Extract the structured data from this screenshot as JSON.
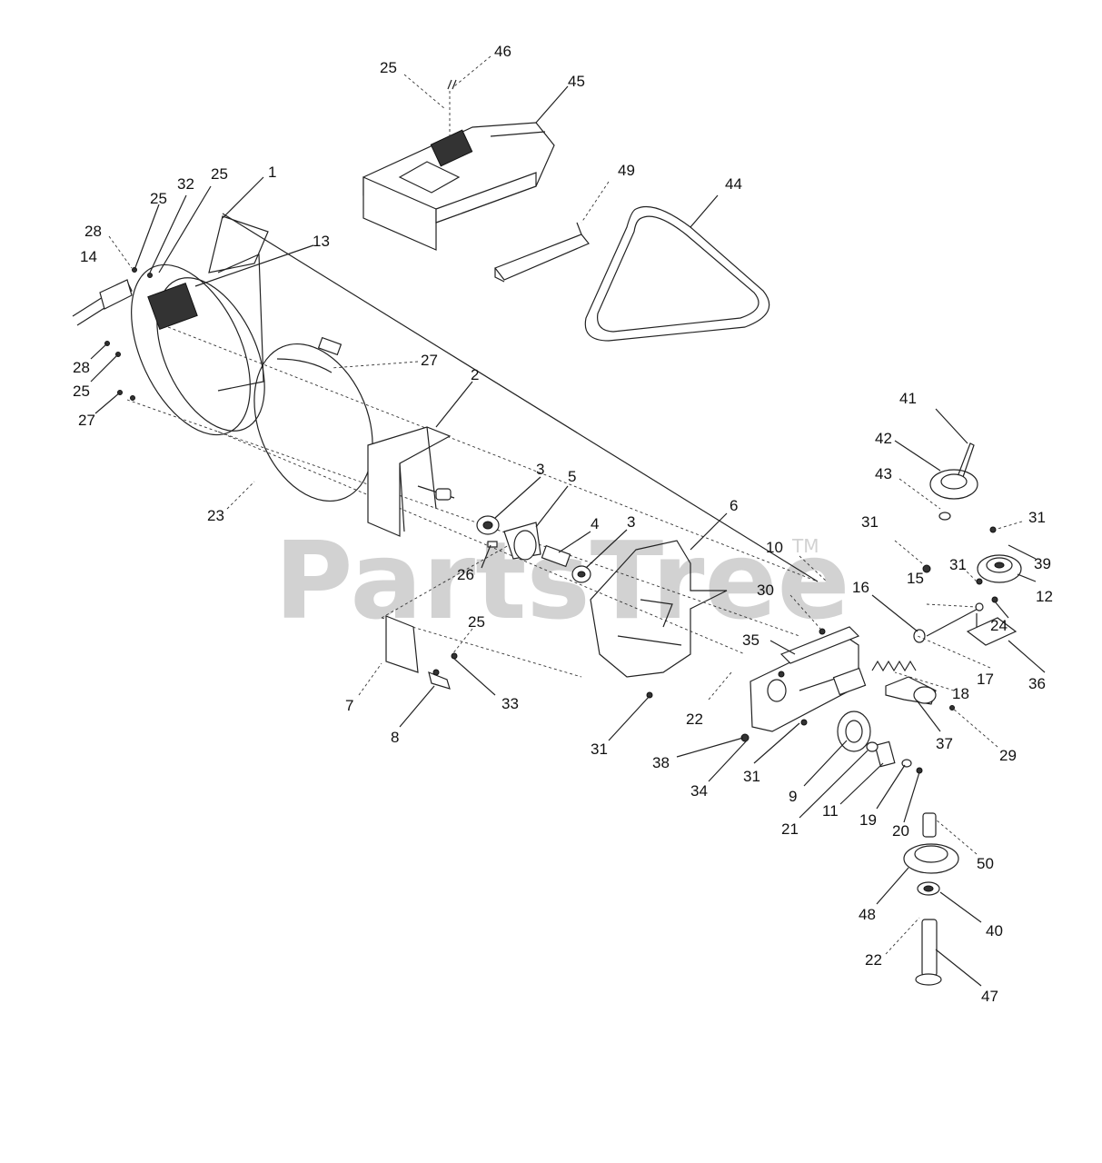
{
  "watermark": {
    "text": "PartsTree",
    "tm": "TM"
  },
  "labels": [
    {
      "id": "l46",
      "text": "46"
    },
    {
      "id": "l25a",
      "text": "25"
    },
    {
      "id": "l45",
      "text": "45"
    },
    {
      "id": "l49",
      "text": "49"
    },
    {
      "id": "l44",
      "text": "44"
    },
    {
      "id": "l1",
      "text": "1"
    },
    {
      "id": "l25b",
      "text": "25"
    },
    {
      "id": "l32",
      "text": "32"
    },
    {
      "id": "l25c",
      "text": "25"
    },
    {
      "id": "l28a",
      "text": "28"
    },
    {
      "id": "l14",
      "text": "14"
    },
    {
      "id": "l13",
      "text": "13"
    },
    {
      "id": "l28b",
      "text": "28"
    },
    {
      "id": "l25d",
      "text": "25"
    },
    {
      "id": "l27a",
      "text": "27"
    },
    {
      "id": "l27b",
      "text": "27"
    },
    {
      "id": "l2",
      "text": "2"
    },
    {
      "id": "l23",
      "text": "23"
    },
    {
      "id": "l3a",
      "text": "3"
    },
    {
      "id": "l5",
      "text": "5"
    },
    {
      "id": "l4",
      "text": "4"
    },
    {
      "id": "l3b",
      "text": "3"
    },
    {
      "id": "l26",
      "text": "26"
    },
    {
      "id": "l6",
      "text": "6"
    },
    {
      "id": "l41",
      "text": "41"
    },
    {
      "id": "l42",
      "text": "42"
    },
    {
      "id": "l43",
      "text": "43"
    },
    {
      "id": "l31a",
      "text": "31"
    },
    {
      "id": "l31b",
      "text": "31"
    },
    {
      "id": "l39",
      "text": "39"
    },
    {
      "id": "l10",
      "text": "10"
    },
    {
      "id": "l31c",
      "text": "31"
    },
    {
      "id": "l12",
      "text": "12"
    },
    {
      "id": "l30",
      "text": "30"
    },
    {
      "id": "l16",
      "text": "16"
    },
    {
      "id": "l15",
      "text": "15"
    },
    {
      "id": "l24",
      "text": "24"
    },
    {
      "id": "l25e",
      "text": "25"
    },
    {
      "id": "l35",
      "text": "35"
    },
    {
      "id": "l17",
      "text": "17"
    },
    {
      "id": "l36",
      "text": "36"
    },
    {
      "id": "l18",
      "text": "18"
    },
    {
      "id": "l7",
      "text": "7"
    },
    {
      "id": "l33",
      "text": "33"
    },
    {
      "id": "l22a",
      "text": "22"
    },
    {
      "id": "l37",
      "text": "37"
    },
    {
      "id": "l29",
      "text": "29"
    },
    {
      "id": "l8",
      "text": "8"
    },
    {
      "id": "l31d",
      "text": "31"
    },
    {
      "id": "l38",
      "text": "38"
    },
    {
      "id": "l31e",
      "text": "31"
    },
    {
      "id": "l34",
      "text": "34"
    },
    {
      "id": "l9",
      "text": "9"
    },
    {
      "id": "l21",
      "text": "21"
    },
    {
      "id": "l11",
      "text": "11"
    },
    {
      "id": "l19",
      "text": "19"
    },
    {
      "id": "l20",
      "text": "20"
    },
    {
      "id": "l50",
      "text": "50"
    },
    {
      "id": "l48",
      "text": "48"
    },
    {
      "id": "l40",
      "text": "40"
    },
    {
      "id": "l22b",
      "text": "22"
    },
    {
      "id": "l47",
      "text": "47"
    }
  ]
}
